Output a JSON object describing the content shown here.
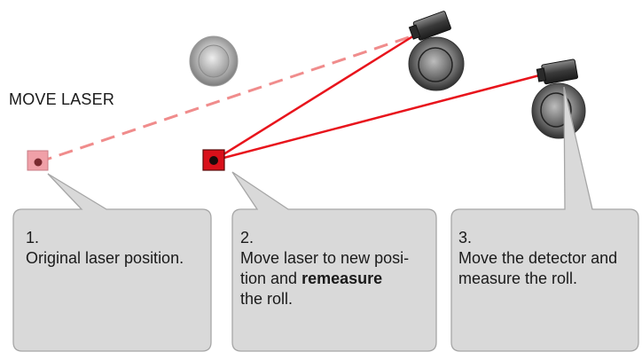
{
  "title": "MOVE LASER",
  "colors": {
    "laser_beam": "#e8141c",
    "laser_beam_faded": "#f08c8c",
    "laser_box_active": "#d9101a",
    "laser_box_faded": "#f0a0a8",
    "callout_fill": "#d9d9d9",
    "callout_stroke": "#a6a6a6"
  },
  "callouts": [
    {
      "number": "1.",
      "line1": "Original laser position."
    },
    {
      "number": "2.",
      "line1": "Move laser to new posi-",
      "line2_pre": "tion and ",
      "line2_bold": "remeasure",
      "line3": "the roll."
    },
    {
      "number": "3.",
      "line1": "Move the detector and",
      "line2": "measure the roll."
    }
  ],
  "icons": {
    "original_laser": "laser-emitter-faded-icon",
    "moved_laser": "laser-emitter-icon",
    "ghost_detector": "detector-ghost-icon",
    "detector_1": "detector-camera-icon",
    "detector_2": "detector-camera-icon"
  }
}
